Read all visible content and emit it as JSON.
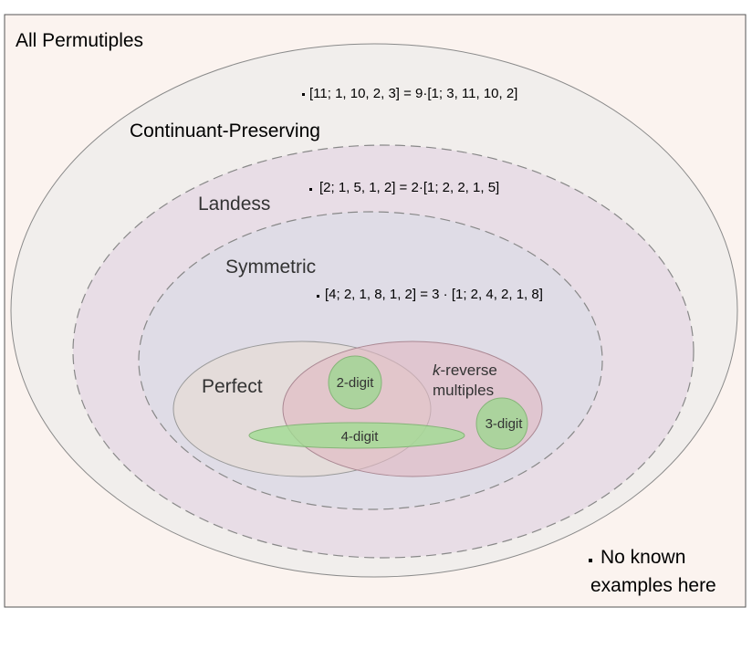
{
  "regions": {
    "all_permutiples": "All Permutiples",
    "continuant_preserving": "Continuant-Preserving",
    "landess": "Landess",
    "symmetric": "Symmetric",
    "perfect": "Perfect",
    "k_reverse_k": "k",
    "k_reverse_rest": "-reverse",
    "k_reverse_line2": "multiples",
    "two_digit": "2-digit",
    "three_digit": "3-digit",
    "four_digit": "4-digit"
  },
  "examples": {
    "continuant_preserving": "[11; 1, 10, 2, 3] = 9·[1; 3, 11, 10, 2]",
    "landess": "[2; 1, 5, 1, 2] = 2·[1; 2, 2, 1, 5]",
    "symmetric": "[4; 2, 1, 8, 1, 2] = 3 · [1; 2, 4, 2, 1, 8]"
  },
  "note": {
    "line1": "No known",
    "line2": "examples here"
  },
  "colors": {
    "outer_fill": "#fbf3ef",
    "continuant_fill": "#f1eeec",
    "landess_fill": "#e8dde6",
    "symmetric_fill": "#dfdce6",
    "perfect_fill": "#e4dcd8",
    "k_reverse_fill": "#e0b8c2",
    "digit_fill": "#a8d49a",
    "four_digit_fill": "#9fdc91",
    "digit_stroke": "#86b479"
  }
}
